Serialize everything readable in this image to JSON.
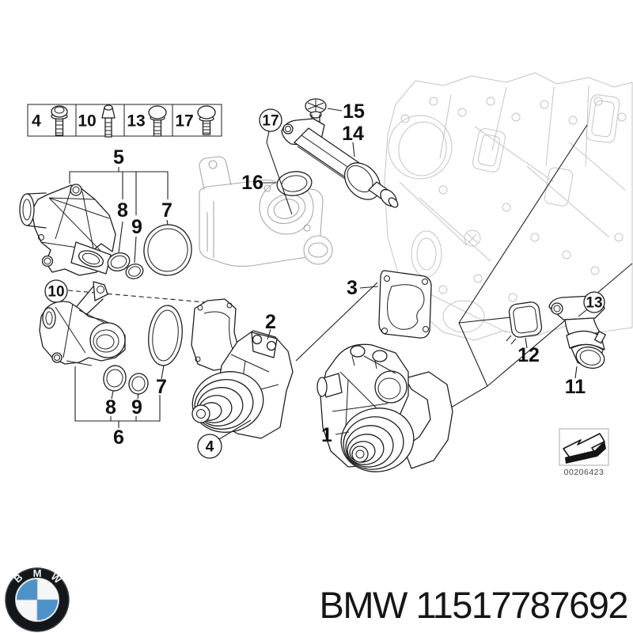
{
  "document": {
    "kind": "bmw-parts-diagram",
    "part_family": "water-pump / thermostat"
  },
  "fastener_table": {
    "items": [
      {
        "ref": "4",
        "icon": "flange-bolt-icon"
      },
      {
        "ref": "10",
        "icon": "torx-stud-icon"
      },
      {
        "ref": "13",
        "icon": "pan-head-bolt-icon"
      },
      {
        "ref": "17",
        "icon": "pan-head-bolt-icon"
      }
    ]
  },
  "callouts": {
    "group5": {
      "bracket": "5",
      "ring1": "8",
      "ring2": "9",
      "gasket": "7"
    },
    "group6": {
      "circled_bolt": "10",
      "ring1": "8",
      "ring2": "9",
      "gasket": "7",
      "bracket": "6"
    },
    "pumps": {
      "pump_new": "1",
      "pump_alt": "2",
      "gasket": "3",
      "circled_bolt": "4"
    },
    "cooler": {
      "circled_bolt": "17",
      "vent_screw": "15",
      "pipe_assembly": "14",
      "o_ring": "16"
    },
    "outlet": {
      "circled_bolt": "13",
      "gasket": "12",
      "connector": "11"
    }
  },
  "stamp": {
    "code": "00206423",
    "icon": "etk-arrow-icon"
  },
  "footer": {
    "logo": "bmw-roundel",
    "text": "BMW 11517787692"
  },
  "colors": {
    "line": "#1f1f1f",
    "faint_block": "#c4c4c4",
    "bmw_blue": "#4d92c8"
  }
}
